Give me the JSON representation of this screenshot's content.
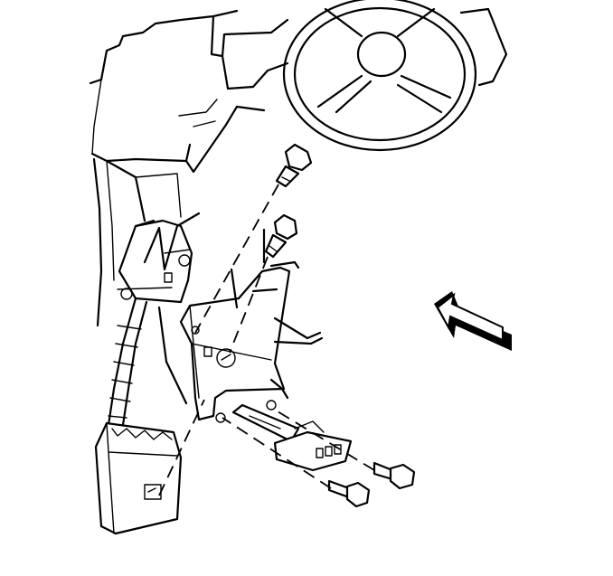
{
  "diagram": {
    "colors": {
      "line": "#000000",
      "background": "#ffffff"
    },
    "parts": [
      "steering-wheel",
      "instrument-panel",
      "steering-column-support",
      "mounting-bracket",
      "electronic-module",
      "wiring-harness",
      "electrical-connector",
      "upper-bolts",
      "lower-bolts",
      "direction-arrow"
    ]
  }
}
